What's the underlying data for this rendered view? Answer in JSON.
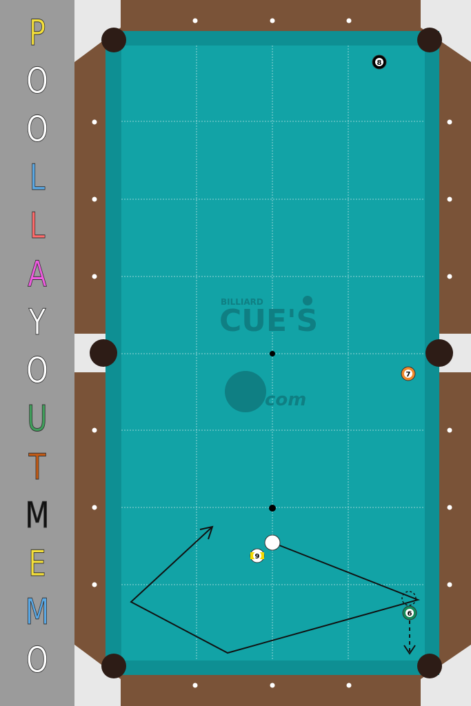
{
  "app": {
    "title_letters": [
      {
        "ch": "P",
        "color": "#f5e03a"
      },
      {
        "ch": "O",
        "color": "#ffffff"
      },
      {
        "ch": "O",
        "color": "#ffffff"
      },
      {
        "ch": "L",
        "color": "#5aa9e6"
      },
      {
        "ch": "L",
        "color": "#ff6b6b"
      },
      {
        "ch": "A",
        "color": "#ee5be0"
      },
      {
        "ch": "Y",
        "color": "#ffffff"
      },
      {
        "ch": "O",
        "color": "#ffffff"
      },
      {
        "ch": "U",
        "color": "#3f9e5a"
      },
      {
        "ch": "T",
        "color": "#c15a16"
      },
      {
        "ch": "M",
        "color": "#111111"
      },
      {
        "ch": "E",
        "color": "#f5e03a"
      },
      {
        "ch": "M",
        "color": "#5aa9e6"
      },
      {
        "ch": "O",
        "color": "#ffffff"
      }
    ]
  },
  "table": {
    "cloth_color": "#12a3a6",
    "rail_color": "#7a5338",
    "corner_color": "#e8e8e8",
    "logo_top_small": "BILLIARD",
    "logo_top_main": "CUE'S",
    "logo_bottom": "com"
  },
  "balls": [
    {
      "number": "8",
      "style": "solid",
      "color": "#000000"
    },
    {
      "number": "7",
      "style": "solid",
      "color": "#f08a2c"
    },
    {
      "number": "9",
      "style": "stripe",
      "color": "#f5d800"
    },
    {
      "number": "6",
      "style": "solid",
      "color": "#138a5a"
    },
    {
      "number": "",
      "style": "cue",
      "color": "#ffffff"
    }
  ]
}
